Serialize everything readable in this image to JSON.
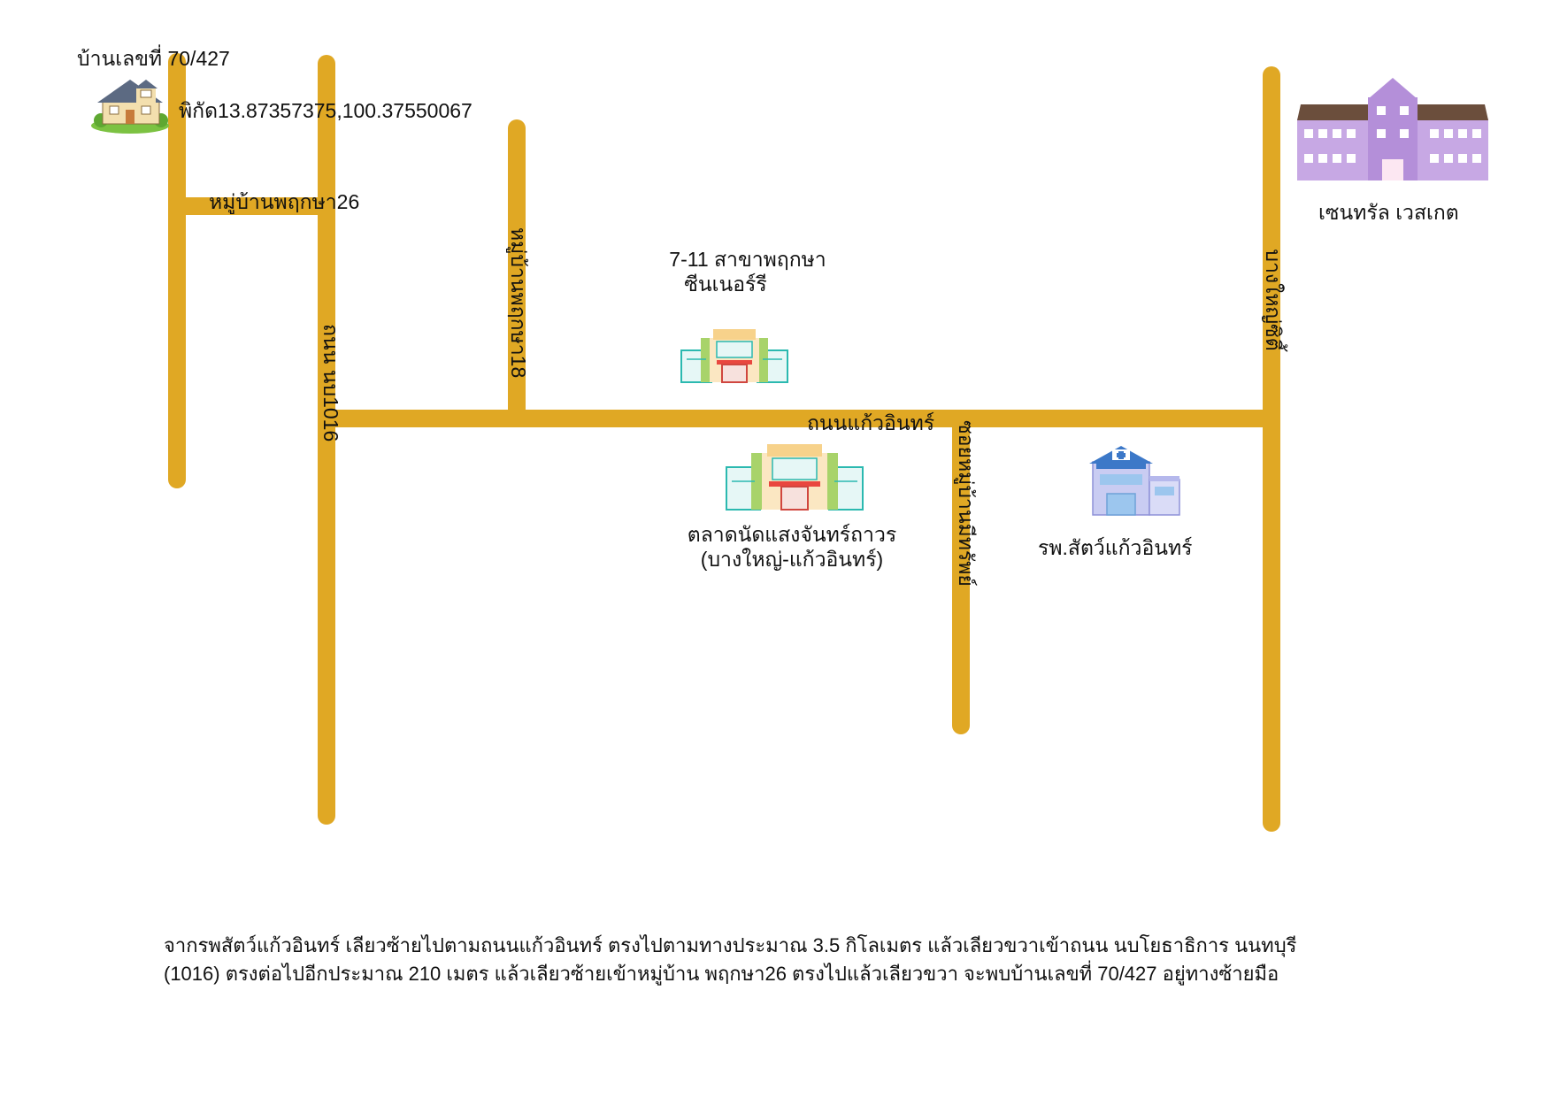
{
  "map": {
    "road_color": "#E0A824",
    "labels": {
      "house": "บ้านเลขที่ 70/427",
      "coords": "พิกัด13.87357375,100.37550067",
      "village26": "หมู่บ้านพฤกษา26",
      "road1016": "ถนน นบ1016",
      "village18": "หมู่บ้านพฤกษา18",
      "seven_line1": "7-11 สาขาพฤกษา",
      "seven_line2": "ซีนเนอร์รี",
      "main_road": "ถนนแก้วอินทร์",
      "market_line1": "ตลาดนัดแสงจันทร์ถาวร",
      "market_line2": "(บางใหญ่-แก้วอินทร์)",
      "soi": "ซอยหมู่บ้านมีทรัพย์",
      "vet": "รพ.สัตว์แก้วอินทร์",
      "central": "เซนทรัล เวสเกต",
      "right_road": "บางใหญ่ซิตี้"
    },
    "icons": [
      "house-icon",
      "convenience-store-icon",
      "market-icon",
      "animal-hospital-icon",
      "central-westgate-mall-icon"
    ]
  },
  "directions": {
    "line1": "จากรพสัตว์แก้วอินทร์ เลียวซ้ายไปตามถนนแก้วอินทร์ ตรงไปตามทางประมาณ 3.5 กิโลเมตร แล้วเลียวขวาเข้าถนน นบโยธาธิการ นนทบุรี",
    "line2": "(1016) ตรงต่อไปอีกประมาณ 210 เมตร แล้วเลียวซ้ายเข้าหมู่บ้าน พฤกษา26 ตรงไปแล้วเลียวขวา จะพบบ้านเลขที่ 70/427 อยู่ทางซ้ายมือ"
  }
}
